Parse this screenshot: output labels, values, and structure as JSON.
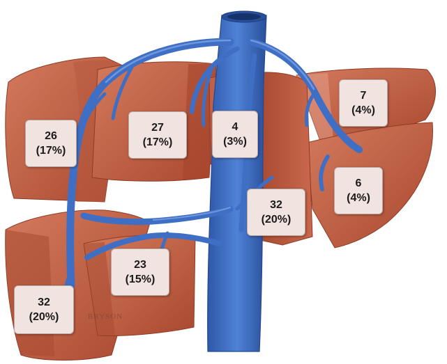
{
  "segments": [
    {
      "id": "segment-seven",
      "count": "7",
      "percent": "(4%)"
    },
    {
      "id": "segment-twenty-six",
      "count": "26",
      "percent": "(17%)"
    },
    {
      "id": "segment-twenty-seven",
      "count": "27",
      "percent": "(17%)"
    },
    {
      "id": "segment-four",
      "count": "4",
      "percent": "(3%)"
    },
    {
      "id": "segment-six",
      "count": "6",
      "percent": "(4%)"
    },
    {
      "id": "segment-thirty-two-right",
      "count": "32",
      "percent": "(20%)"
    },
    {
      "id": "segment-twenty-three",
      "count": "23",
      "percent": "(15%)"
    },
    {
      "id": "segment-thirty-two-left",
      "count": "32",
      "percent": "(20%)"
    }
  ],
  "signature": "BRYSON",
  "colors": {
    "liver": "#c8654a",
    "liver_dark": "#8f3a25",
    "vein": "#3f6fc4",
    "vein_dark": "#24478f",
    "label_bg": "#f1e3df"
  }
}
